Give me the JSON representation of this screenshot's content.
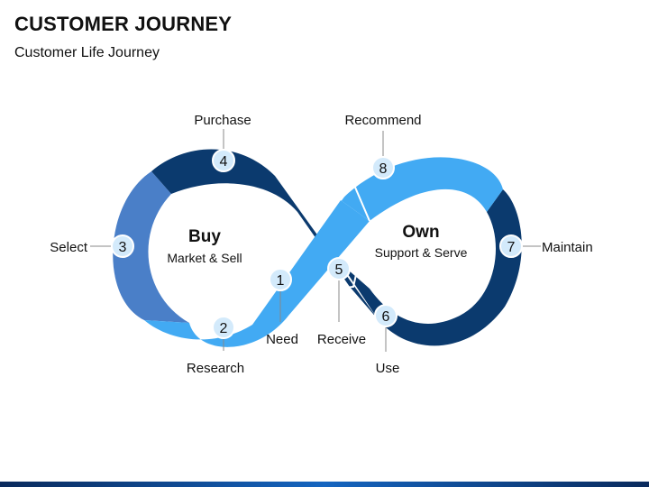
{
  "header": {
    "title": "CUSTOMER JOURNEY",
    "subtitle": "Customer Life Journey"
  },
  "diagram": {
    "left_loop": {
      "title": "Buy",
      "subtitle": "Market & Sell"
    },
    "right_loop": {
      "title": "Own",
      "subtitle": "Support & Serve"
    },
    "steps": [
      {
        "number": "1",
        "label": "Need"
      },
      {
        "number": "2",
        "label": "Research"
      },
      {
        "number": "3",
        "label": "Select"
      },
      {
        "number": "4",
        "label": "Purchase"
      },
      {
        "number": "5",
        "label": "Receive"
      },
      {
        "number": "6",
        "label": "Use"
      },
      {
        "number": "7",
        "label": "Maintain"
      },
      {
        "number": "8",
        "label": "Recommend"
      }
    ],
    "colors": {
      "dark_navy": "#0b3a6e",
      "mid_blue": "#4a7fc8",
      "light_blue": "#42aaf3",
      "marker_fill": "#d3eafb"
    }
  }
}
